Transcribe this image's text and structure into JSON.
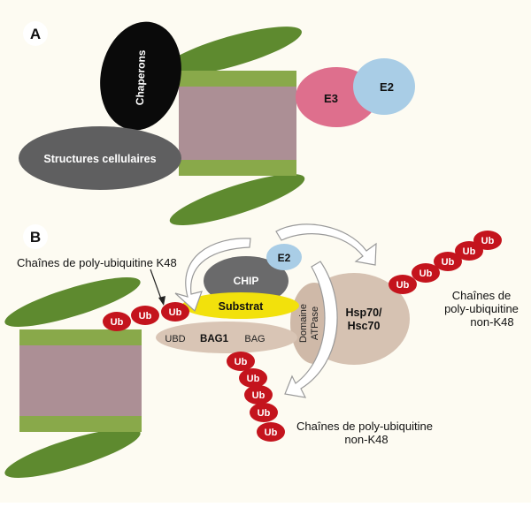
{
  "colors": {
    "background": "#fdfbf2",
    "proteasome_green": "#89a94a",
    "leaf_green": "#5e8a2f",
    "proteasome_body": "#ac8f95",
    "chaperone_black": "#0a0a0a",
    "structures_gray": "#5f5f60",
    "e3_pink": "#de6f8d",
    "e2_blue": "#a9cde6",
    "chip_gray": "#6a6a6b",
    "substrat_yellow": "#f2e10c",
    "bag_tan": "#d9c5b5",
    "hsp_tan": "#d6c2b2",
    "ub_red": "#c4141d"
  },
  "panel_a": {
    "label": "A",
    "chaperons": "Chaperons",
    "structures": "Structures cellulaires",
    "e3": "E3",
    "e2": "E2"
  },
  "panel_b": {
    "label": "B",
    "k48_label": "Chaînes de poly-ubiquitine K48",
    "e2": "E2",
    "chip": "CHIP",
    "substrat": "Substrat",
    "ubd": "UBD",
    "bag1": "BAG1",
    "bag": "BAG",
    "domaine_line1": "Domaine",
    "domaine_line2": "ATPase",
    "hsp_line1": "Hsp70/",
    "hsp_line2": "Hsc70",
    "right_label_line1": "Chaînes de",
    "right_label_line2": "poly-ubiquitine",
    "right_label_line3": "non-K48",
    "bottom_label_line1": "Chaînes de poly-ubiquitine",
    "bottom_label_line2": "non-K48",
    "ub": "Ub"
  }
}
